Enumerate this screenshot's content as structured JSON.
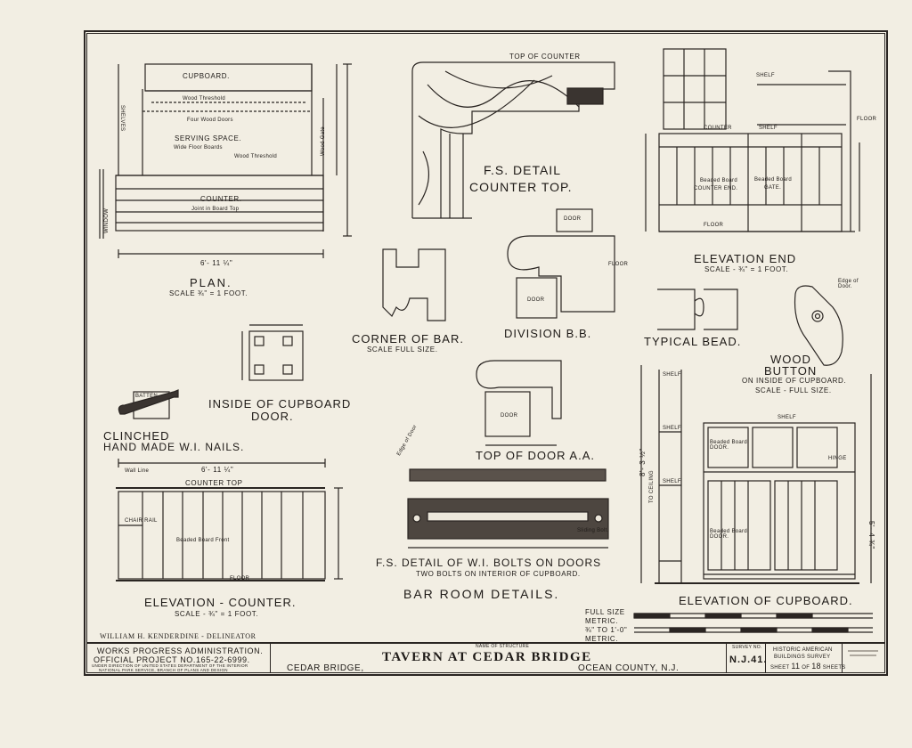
{
  "sheet_title": "BAR ROOM DETAILS.",
  "delineator": "WILLIAM H. KENDERDINE - DELINEATOR",
  "title_block": {
    "wpa_line1": "WORKS PROGRESS ADMINISTRATION.",
    "wpa_line2": "OFFICIAL PROJECT NO.165-22-6999.",
    "direction_line1": "UNDER DIRECTION OF UNITED STATES DEPARTMENT OF THE INTERIOR",
    "direction_line2": "NATIONAL PARK SERVICE, BRANCH OF PLANS AND DESIGN",
    "name_label": "NAME OF STRUCTURE",
    "structure_name": "TAVERN AT CEDAR BRIDGE",
    "town": "CEDAR BRIDGE,",
    "county": "OCEAN COUNTY, N.J.",
    "survey_label": "SURVEY NO.",
    "survey_no": "N.J.41.",
    "habs_line1": "HISTORIC AMERICAN",
    "habs_line2": "BUILDINGS SURVEY",
    "sheet_word": "SHEET",
    "sheet_no": "11",
    "of_word": "OF",
    "sheet_total": "18",
    "sheets_word": "SHEETS"
  },
  "scale_bar": {
    "full_size": "FULL SIZE",
    "metric_1": "METRIC.",
    "three_quarter": "¾\" TO 1'-0\"",
    "metric_2": "METRIC."
  },
  "plan": {
    "title": "PLAN.",
    "scale": "SCALE ¾\" = 1 FOOT.",
    "cupboard": "CUPBOARD.",
    "shelves": "SHELVES",
    "wood_threshold": "Wood Threshold",
    "four_wood_doors": "Four Wood Doors",
    "serving_space": "SERVING SPACE.",
    "wide_floor_boards": "Wide Floor Boards",
    "wood_threshold_2": "Wood Threshold",
    "wood_gate": "Wood Gate",
    "counter": "COUNTER.",
    "joint_in_board_top": "Joint in Board Top",
    "window": "WINDOW",
    "overall_dim": "6'- 11 ¼\""
  },
  "fs_counter": {
    "top_of_counter": "TOP OF COUNTER",
    "title_line1": "F.S. DETAIL",
    "title_line2": "COUNTER TOP."
  },
  "corner_of_bar": {
    "title": "CORNER OF BAR.",
    "scale": "SCALE FULL SIZE."
  },
  "division_bb": {
    "title": "DIVISION B.B.",
    "door_top": "DOOR",
    "door_bottom": "DOOR",
    "floor": "FLOOR"
  },
  "elevation_end": {
    "title": "ELEVATION END",
    "scale": "SCALE - ¾\" = 1 FOOT.",
    "shelf": "SHELF",
    "shelf_2": "SHELF",
    "counter": "COUNTER",
    "floor_right": "FLOOR",
    "floor_bottom": "FLOOR",
    "beaded_board_counter": "Beaded Board",
    "counter_end": "COUNTER END.",
    "beaded_board_gate": "Beaded Board",
    "gate": "GATE."
  },
  "typical_bead": {
    "title": "TYPICAL BEAD."
  },
  "wood_button": {
    "edge_of_door": "Edge of Door.",
    "title_line1": "WOOD",
    "title_line2": "BUTTON",
    "sub": "ON INSIDE OF CUPBOARD.",
    "scale": "SCALE - FULL SIZE."
  },
  "inside_cupboard_door": {
    "title_line1": "INSIDE OF CUPBOARD",
    "title_line2": "DOOR."
  },
  "nails": {
    "title_line1": "CLINCHED",
    "title_line2": "HAND MADE W.I. NAILS.",
    "batten": "BATTEN"
  },
  "top_of_door": {
    "title": "TOP OF DOOR A.A.",
    "door": "DOOR"
  },
  "elevation_counter": {
    "title": "ELEVATION - COUNTER.",
    "scale": "SCALE - ¾\" = 1 FOOT.",
    "wall_line": "Wall Line",
    "counter_top": "COUNTER TOP",
    "chair_rail": "CHAIR RAIL",
    "beaded_board_front": "Beaded Board Front",
    "floor": "FLOOR",
    "overall_dim": "6'- 11 ¼\""
  },
  "wi_bolts": {
    "title": "F.S. DETAIL OF W.I. BOLTS ON DOORS",
    "sub": "TWO BOLTS ON INTERIOR OF CUPBOARD.",
    "sliding_bolt": "Sliding Bolt.",
    "slide_edge": "Edge of Door"
  },
  "elevation_cupboard": {
    "title": "ELEVATION OF CUPBOARD.",
    "shelf_labels": [
      "SHELF",
      "SHELF",
      "SHELF",
      "SHELF"
    ],
    "beaded_board_door": "Beaded Board DOOR.",
    "hinge": "HINGE",
    "to_ceiling": "TO CEILING",
    "ceiling_dim": "8'- 3 ½\"",
    "right_dim": "5'- 4 ¾\""
  }
}
